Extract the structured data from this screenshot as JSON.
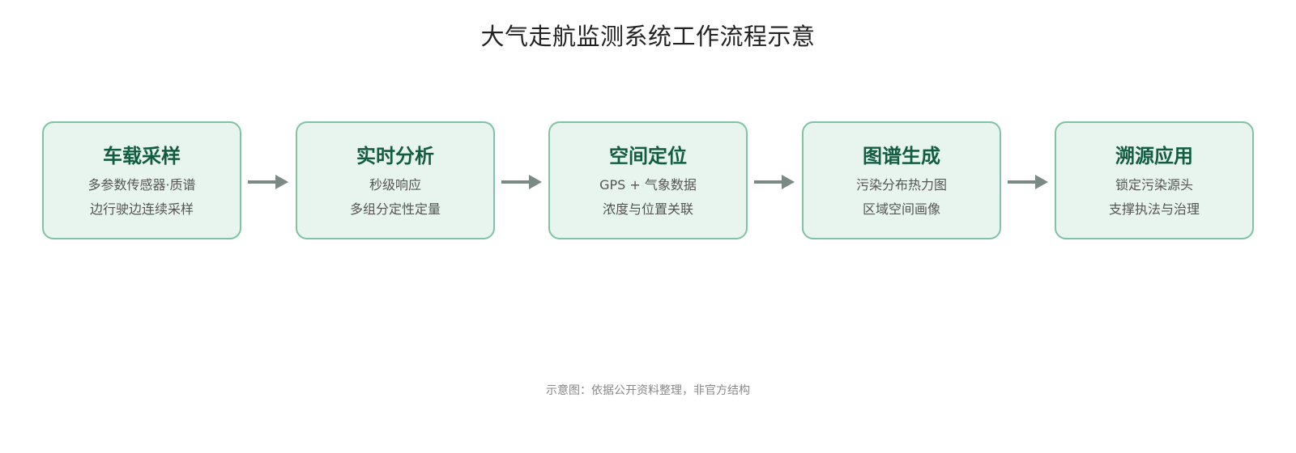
{
  "title": "大气走航监测系统工作流程示意",
  "steps": [
    {
      "title": "车载采样",
      "lines": [
        "多参数传感器·质谱",
        "边行驶边连续采样"
      ]
    },
    {
      "title": "实时分析",
      "lines": [
        "秒级响应",
        "多组分定性定量"
      ]
    },
    {
      "title": "空间定位",
      "lines": [
        "GPS + 气象数据",
        "浓度与位置关联"
      ]
    },
    {
      "title": "图谱生成",
      "lines": [
        "污染分布热力图",
        "区域空间画像"
      ]
    },
    {
      "title": "溯源应用",
      "lines": [
        "锁定污染源头",
        "支撑执法与治理"
      ]
    }
  ],
  "footer": "示意图：依据公开资料整理，非官方结构",
  "colors": {
    "box_fill": "#e8f5ef",
    "box_border": "#7fc2a6",
    "step_title": "#135c44",
    "arrow": "#7a8a84"
  }
}
